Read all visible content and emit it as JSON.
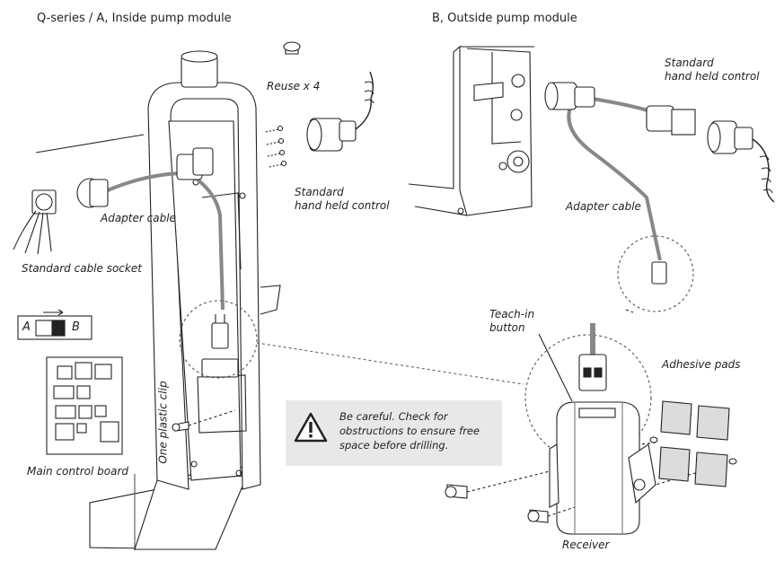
{
  "headers": {
    "inside": "Q-series / A, Inside pump module",
    "outside": "B, Outside pump module"
  },
  "labels": {
    "reuse": "Reuse x 4",
    "standard_hhc_left_1": "Standard",
    "standard_hhc_left_2": "hand held control",
    "adapter_cable_left": "Adapter cable",
    "standard_cable_socket": "Standard cable socket",
    "switch_a": "A",
    "switch_b": "B",
    "main_control_board": "Main control board",
    "one_plastic_clip": "One plastic clip",
    "standard_hhc_right_1": "Standard",
    "standard_hhc_right_2": "hand held control",
    "adapter_cable_right": "Adapter cable",
    "teach_in_1": "Teach-in",
    "teach_in_2": "button",
    "adhesive_pads": "Adhesive pads",
    "receiver": "Receiver"
  },
  "warning": {
    "text": "Be careful. Check for obstructions to ensure free space before drilling.",
    "icon": "warning-triangle-icon"
  },
  "colors": {
    "line": "#222222",
    "cable": "#9a9a9a",
    "panel": "#e8e8e8",
    "pad": "#dcdcdc"
  }
}
